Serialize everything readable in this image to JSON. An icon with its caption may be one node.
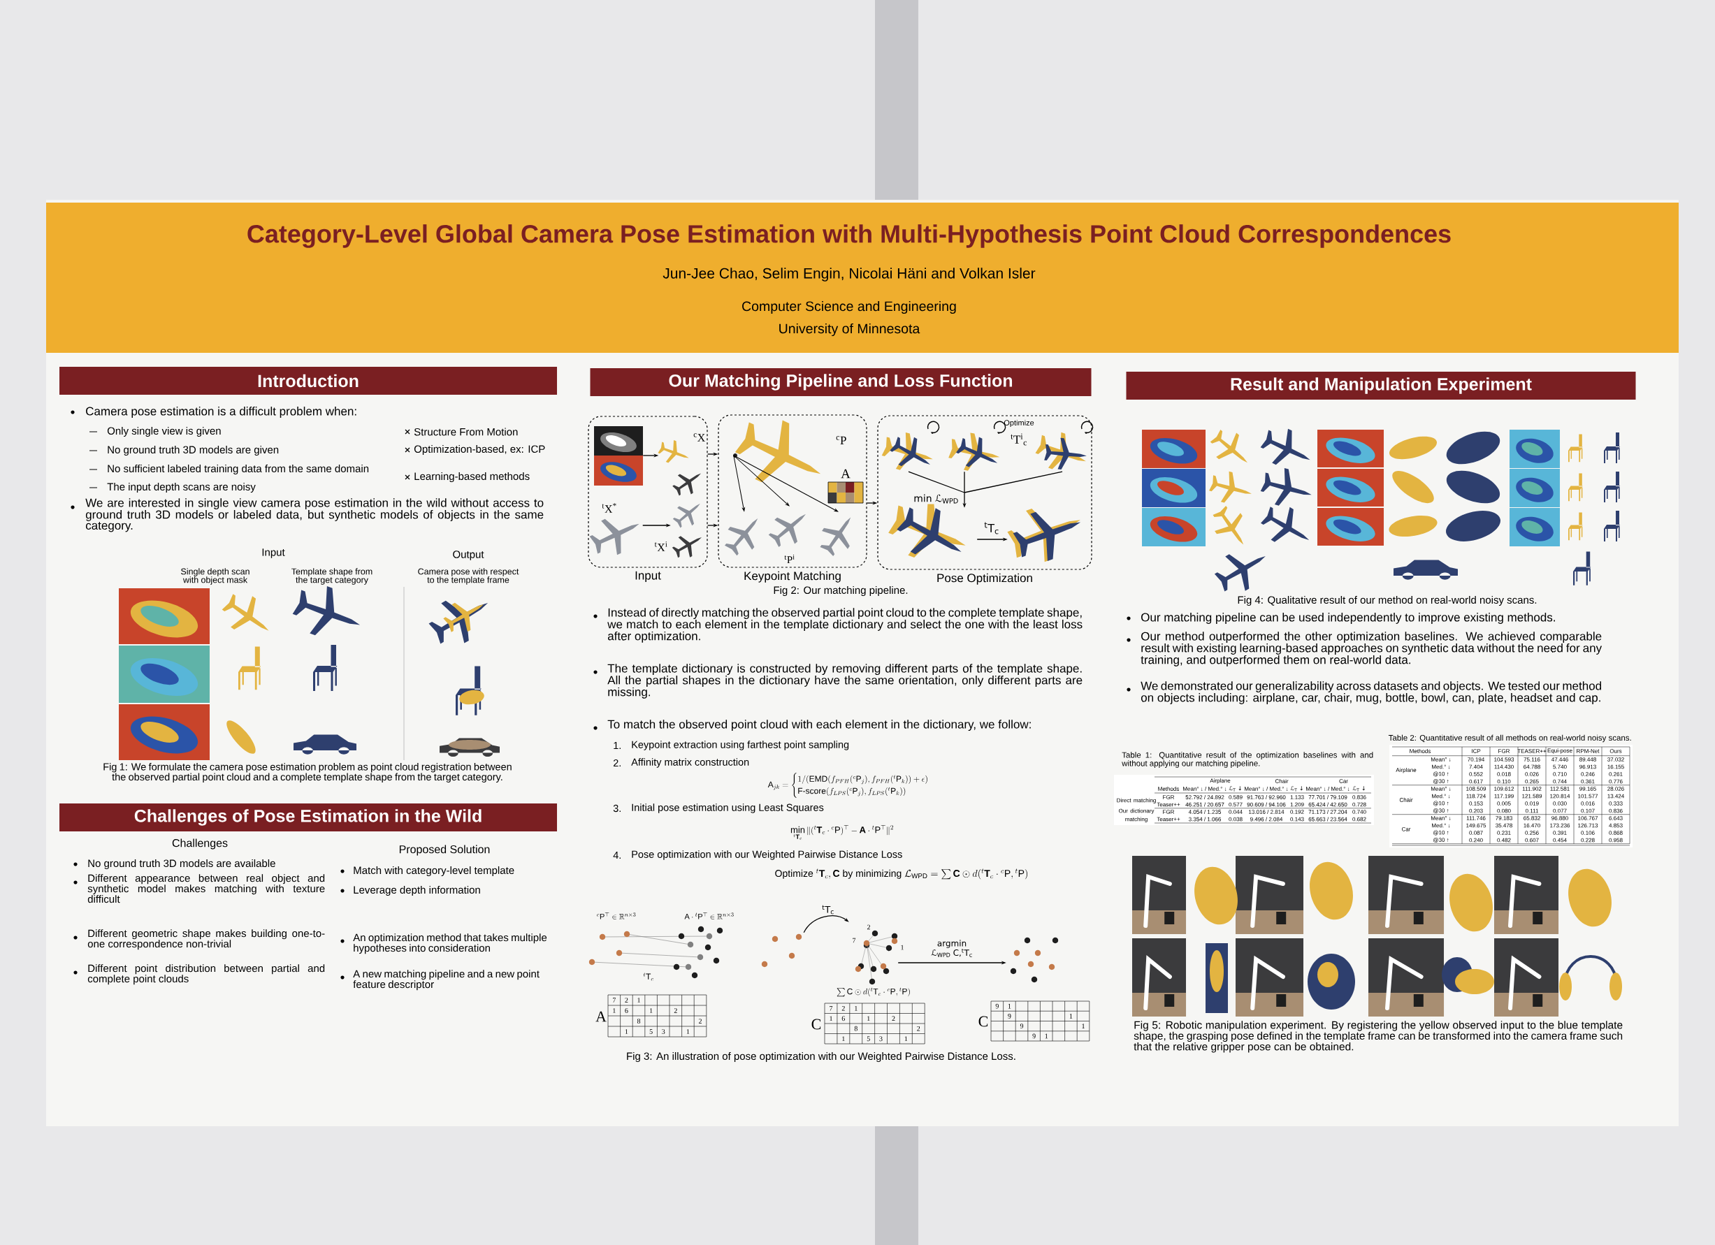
{
  "diagram": {
    "title": "Category-Level Global Camera Pose Estimation with Multi-Hypothesis Point Cloud Correspondences",
    "nodes": [
      {
        "text": [
          "Introduction"
        ]
      },
      {
        "text": [
          "Challenges of Pose Estimation in the Wild"
        ]
      },
      {
        "text": [
          "Our Matching Pipeline and Loss Function"
        ]
      },
      {
        "text": [
          "Result and Manipulation Experiment"
        ]
      },
      {
        "text": [
          "Input"
        ]
      },
      {
        "text": [
          "Keypoint Matching"
        ]
      },
      {
        "text": [
          "Pose Optimization"
        ]
      },
      {
        "text": [],
        "shape": "picture",
        "in": 4
      },
      {
        "text": [],
        "shape": "picture",
        "in": 4,
        "beside": [
          "$^{c}$X"
        ]
      },
      {
        "text": [],
        "shape": "picture",
        "in": 4,
        "beside": [
          "$^{t}$X$^{*}$"
        ]
      },
      {
        "text": [],
        "shape": "picture",
        "in": 4,
        "beside": [
          "$^{t}$X$^{i}$"
        ]
      },
      {
        "text": [],
        "shape": "picture",
        "in": 5,
        "beside": [
          "$^{c}$P"
        ]
      },
      {
        "text": [],
        "shape": "picture",
        "in": 5
      },
      {
        "text": [],
        "shape": "picture",
        "in": 5,
        "beside": [
          "$^{t}$P$^{i}$"
        ]
      },
      {
        "text": [],
        "shape": "picture",
        "in": 5
      },
      {
        "text": [],
        "shape": "picture",
        "in": 5,
        "beside": [
          "A"
        ]
      },
      {
        "text": [
          "Optimize",
          "$^{t}$T$^{i}$$_{c}$"
        ],
        "in": 6
      },
      {
        "text": [],
        "shape": "picture",
        "in": 6
      },
      {
        "text": [],
        "shape": "picture",
        "in": 6
      },
      {
        "text": [],
        "shape": "picture"
      },
      {
        "text": [],
        "shape": "picture"
      },
      {
        "text": [],
        "shape": "picture"
      }
    ],
    "edges": [
      {
        "from": 7,
        "to": 8,
        "arrow": "to"
      },
      {
        "from": 9,
        "to": 10,
        "arrow": "to"
      },
      {
        "from": 4,
        "to": 5,
        "arrow": "to"
      },
      {
        "from": 4,
        "to": 5,
        "arrow": "to"
      },
      {
        "from": 11,
        "to": 12,
        "arrow": "to"
      },
      {
        "from": 11,
        "to": 13,
        "arrow": "to"
      },
      {
        "from": 11,
        "to": 14,
        "arrow": "to"
      },
      {
        "from": 5,
        "to": 6,
        "arrow": "to"
      },
      {
        "from": 16,
        "to": 17,
        "arrow": "to",
        "label": "min ℒ$_{WPD}$"
      },
      {
        "from": 17,
        "to": 18,
        "arrow": "to",
        "label": "$^{t}$T$_{c}$"
      },
      {
        "from": 19,
        "to": 20,
        "arrow": "to",
        "label": "$^{t}$T$_{c}$"
      },
      {
        "from": 20,
        "to": 21,
        "arrow": "to",
        "label": "argmin ℒ$_{WPD}$ C,$^{t}$T$_{c}$"
      }
    ],
    "labels": [
      "Jun-Jee Chao, Selim Engin, Nicolai Häni and Volkan Isler",
      "Computer Science and Engineering",
      "University of Minnesota",
      "Camera pose estimation is a difficult problem when:",
      "Only single view is given",
      "No ground truth 3D models are given",
      "No sufficient labeled training data from the same domain",
      "The input depth scans are noisy",
      "Structure From Motion",
      "Optimization-based, ex: ICP",
      "Learning-based methods",
      "We are interested in single view camera pose estimation in the wild without access to ground truth 3D models or labeled data, but synthetic models of objects in the same category.",
      "Input",
      "Output",
      "Single depth scan with object mask",
      "Template shape from the target category",
      "Camera pose with respect to the template frame",
      "Fig 1: We formulate the camera pose estimation problem as point cloud registration between the observed partial point cloud and a complete template shape from the target category.",
      "Challenges",
      "Proposed Solution",
      "No ground truth 3D models are available",
      "Different appearance between real object and synthetic model makes matching with texture difficult",
      "Different geometric shape makes building one-to-one correspondence non-trivial",
      "Different point distribution between partial and complete point clouds",
      "Match with category-level template",
      "Leverage depth information",
      "An optimization method that takes multiple hypotheses into consideration",
      "A new matching pipeline and a new point feature descriptor",
      "Fig 2: Our matching pipeline.",
      "Instead of directly matching the observed partial point cloud to the complete template shape, we match to each element in the template dictionary and select the one with the least loss after optimization.",
      "The template dictionary is constructed by removing different parts of the template shape. All the partial shapes in the dictionary have the same orientation, only different parts are missing.",
      "To match the observed point cloud with each element in the dictionary, we follow:",
      "1.",
      "Keypoint extraction using farthest point sampling",
      "2.",
      "Affinity matrix construction",
      "\\mathrm{A}_{jk}=\\begin{cases}1/(\\mathrm{EMD}(f_{PFH}({}^{c}\\mathrm{P}_j),f_{PFH}({}^{t}\\mathrm{P}_k))+\\epsilon)\\\\ \\mathrm{F\\text{-}score}(f_{LPS}({}^{c}\\mathrm{P}_j),f_{LPS}({}^{t}\\mathrm{P}_k))\\end{cases}",
      "3.",
      "Initial pose estimation using Least Squares",
      "\\min_{{}^{t}\\mathbf{T}_c}\\|({}^{t}\\mathbf{T}_c\\cdot{}^{c}\\mathrm{P})^{\\top}-\\mathbf{A}\\cdot{}^{t}\\mathrm{P}^{\\top}\\|^{2}",
      "4.",
      "Pose optimization with our Weighted Pairwise Distance Loss",
      "\\text{Optimize}\\ {}^{t}\\mathbf{T}_c,\\mathbf{C}\\ \\text{by minimizing}\\ \\mathcal{L}_{\\mathrm{WPD}}=\\sum\\mathbf{C}\\odot d({}^{t}\\mathbf{T}_c\\cdot{}^{c}\\mathrm{P},{}^{t}\\mathrm{P})",
      "{}^{c}\\mathrm{P}^{\\top}\\in\\mathbb{R}^{n\\times 3}",
      "\\mathrm{A}\\cdot{}^{t}\\mathrm{P}^{\\top}\\in\\mathbb{R}^{n\\times 3}",
      "{}^{t}\\mathrm{T}_c",
      "A",
      "7",
      "2",
      "1",
      "1",
      "6",
      "1",
      "2",
      "8",
      "2",
      "1",
      "5",
      "3",
      "1",
      "\\sum\\mathrm{C}\\odot d({}^{t}\\mathrm{T}_c\\cdot{}^{c}\\mathrm{P},{}^{t}\\mathrm{P})",
      "2",
      "7",
      "1",
      "C",
      "7",
      "2",
      "1",
      "1",
      "6",
      "1",
      "2",
      "8",
      "2",
      "1",
      "5",
      "3",
      "1",
      "C",
      "9",
      "1",
      "9",
      "1",
      "9",
      "1",
      "9",
      "1",
      "Fig 3: An illustration of pose optimization with our Weighted Pairwise Distance Loss.",
      "Fig 4: Qualitative result of our method on real-world noisy scans.",
      "Our matching pipeline can be used independently to improve existing methods.",
      "Our method outperformed the other optimization baselines. We achieved comparable result with existing learning-based approaches on synthetic data without the need for any training, and outperformed them on real-world data.",
      "We demonstrated our generalizability across datasets and objects. We tested our method on objects including: airplane, car, chair, mug, bottle, bowl, can, plate, headset and cap.",
      "Table 1: Quantitative result of the optimization baselines with and without applying our matching pipeline.",
      "Airplane",
      "Chair",
      "Car",
      "Methods",
      "Mean° ↓ / Med.° ↓",
      "ℒ$_{T}$ ↓",
      "Mean° ↓ / Med.° ↓",
      "ℒ$_{T}$ ↓",
      "Mean° ↓ / Med.° ↓",
      "ℒ$_{T}$ ↓",
      "Direct matching",
      "FGR",
      "52.792 / 24.892",
      "0.589",
      "91.763 / 92.960",
      "1.133",
      "77.701 / 79.109",
      "0.836",
      "Teaser++",
      "46.251 / 20.657",
      "0.577",
      "90.609 / 94.106",
      "1.209",
      "65.424 / 42.650",
      "0.728",
      "Our dictionary matching",
      "FGR",
      "4.054 / 1.235",
      "0.044",
      "13.016 / 2.814",
      "0.192",
      "71.173 / 27.204",
      "0.740",
      "Teaser++",
      "3.354 / 1.066",
      "0.038",
      "9.496 / 2.084",
      "0.143",
      "65.663 / 23.564",
      "0.682",
      "Table 2: Quantitative result of all methods on real-world noisy scans.",
      "Methods",
      "ICP",
      "FGR",
      "TEASER++",
      "Equi-pose",
      "RPM-Net",
      "Ours",
      "Airplane",
      "Mean° ↓",
      "70.194",
      "104.593",
      "75.116",
      "47.446",
      "89.448",
      "37.032",
      "Med.° ↓",
      "7.404",
      "114.430",
      "64.788",
      "5.740",
      "96.913",
      "16.155",
      "@10 ↑",
      "0.552",
      "0.018",
      "0.026",
      "0.710",
      "0.246",
      "0.261",
      "@30 ↑",
      "0.617",
      "0.110",
      "0.265",
      "0.744",
      "0.361",
      "0.776",
      "Chair",
      "Mean° ↓",
      "108.509",
      "109.612",
      "111.902",
      "112.581",
      "99.165",
      "28.026",
      "Med.° ↓",
      "118.724",
      "117.199",
      "121.589",
      "120.814",
      "101.577",
      "13.424",
      "@10 ↑",
      "0.153",
      "0.005",
      "0.019",
      "0.030",
      "0.016",
      "0.333",
      "@30 ↑",
      "0.203",
      "0.080",
      "0.111",
      "0.077",
      "0.107",
      "0.836",
      "Car",
      "Mean° ↓",
      "111.746",
      "79.183",
      "65.832",
      "96.880",
      "106.767",
      "6.643",
      "Med.° ↓",
      "149.675",
      "35.478",
      "16.470",
      "173.236",
      "126.713",
      "4.853",
      "@10 ↑",
      "0.087",
      "0.231",
      "0.256",
      "0.391",
      "0.106",
      "0.868",
      "@30 ↑",
      "0.240",
      "0.482",
      "0.607",
      "0.454",
      "0.228",
      "0.958",
      "Fig 5: Robotic manipulation experiment. By registering the yellow observed input to the blue template shape, the grasping pose defined in the template frame can be transformed into the camera frame such that the relative gripper pose can be obtained."
    ]
  }
}
